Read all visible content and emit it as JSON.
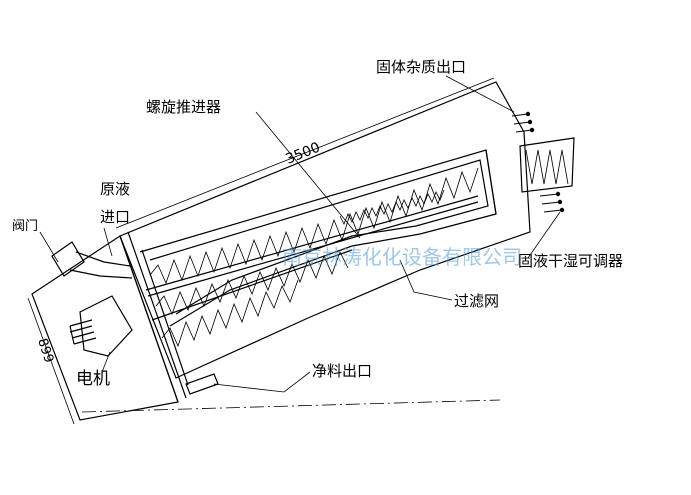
{
  "labels": {
    "solid_outlet": "固体杂质出口",
    "screw": "螺旋推进器",
    "raw_inlet_1": "原液",
    "raw_inlet_2": "进口",
    "valve": "阀门",
    "dim_length": "3500",
    "dim_height": "899",
    "humidity_adjuster": "固液干湿可调器",
    "filter": "过滤网",
    "motor": "电机",
    "clean_outlet": "净料出口"
  },
  "watermark": "南京林涛化化设备有限公司",
  "colors": {
    "line": "#000000",
    "watermark": "#4f9bd6",
    "background": "#ffffff"
  }
}
